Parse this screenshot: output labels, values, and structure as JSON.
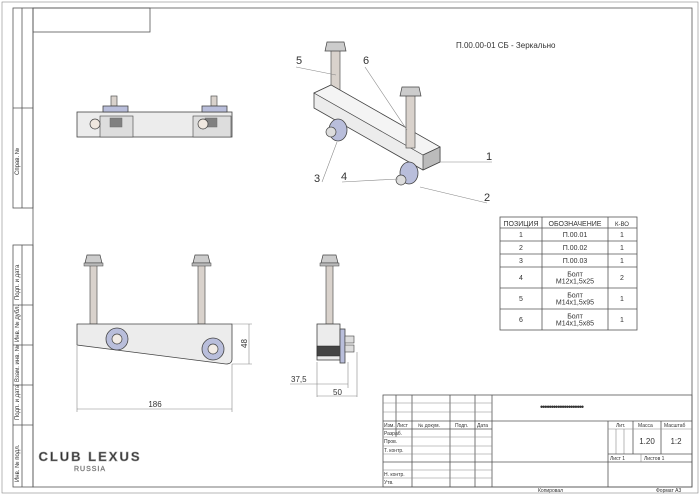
{
  "title": "П.00.00-01 СБ - Зеркально",
  "side_strip": {
    "sprav": "Справ. №",
    "podp_data_1": "Подп. и дата",
    "inv_dubl": "Инв. № дубл.",
    "vzam_inv": "Взам. инв. №",
    "podp_data_2": "Подп. и дата",
    "inv_podl": "Инв. № подл."
  },
  "callouts": [
    "1",
    "2",
    "3",
    "4",
    "5",
    "6"
  ],
  "dimensions": {
    "length": "186",
    "height": "48",
    "depth_a": "37,5",
    "depth_b": "50"
  },
  "parts_table": {
    "headers": [
      "ПОЗИЦИЯ",
      "ОБОЗНАЧЕНИЕ",
      "К-ВО"
    ],
    "rows": [
      {
        "pos": "1",
        "name": "П.00.01",
        "name2": "",
        "qty": "1"
      },
      {
        "pos": "2",
        "name": "П.00.02",
        "name2": "",
        "qty": "1"
      },
      {
        "pos": "3",
        "name": "П.00.03",
        "name2": "",
        "qty": "1"
      },
      {
        "pos": "4",
        "name": "Болт",
        "name2": "М12х1,5х25",
        "qty": "2"
      },
      {
        "pos": "5",
        "name": "Болт",
        "name2": "М14х1,5х95",
        "qty": "1"
      },
      {
        "pos": "6",
        "name": "Болт",
        "name2": "М14х1,5х85",
        "qty": "1"
      }
    ]
  },
  "title_block": {
    "doc_code": "••••••••••••••••••••",
    "headers": [
      "Изм.",
      "Лист",
      "№ докум.",
      "Подп.",
      "Дата"
    ],
    "roles": [
      "Разраб.",
      "Пров.",
      "Т. контр.",
      "Н. контр.",
      "Утв."
    ],
    "lit": "Лит.",
    "mass_label": "Масса",
    "scale_label": "Масштаб",
    "mass": "1.20",
    "scale": "1:2",
    "sheet": "Лист 1",
    "sheets": "Листов 1",
    "copied": "Копировал",
    "format": "Формат A3"
  },
  "watermark": {
    "line1": "CLUB LEXUS",
    "line2": "RUSSIA"
  }
}
